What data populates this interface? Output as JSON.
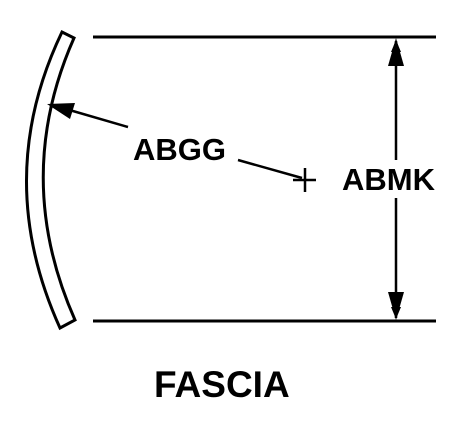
{
  "diagram": {
    "labels": {
      "radius_callout": "ABGG",
      "height_callout": "ABMK",
      "caption": "FASCIA"
    },
    "colors": {
      "ink": "#000000",
      "background": "#ffffff"
    }
  }
}
